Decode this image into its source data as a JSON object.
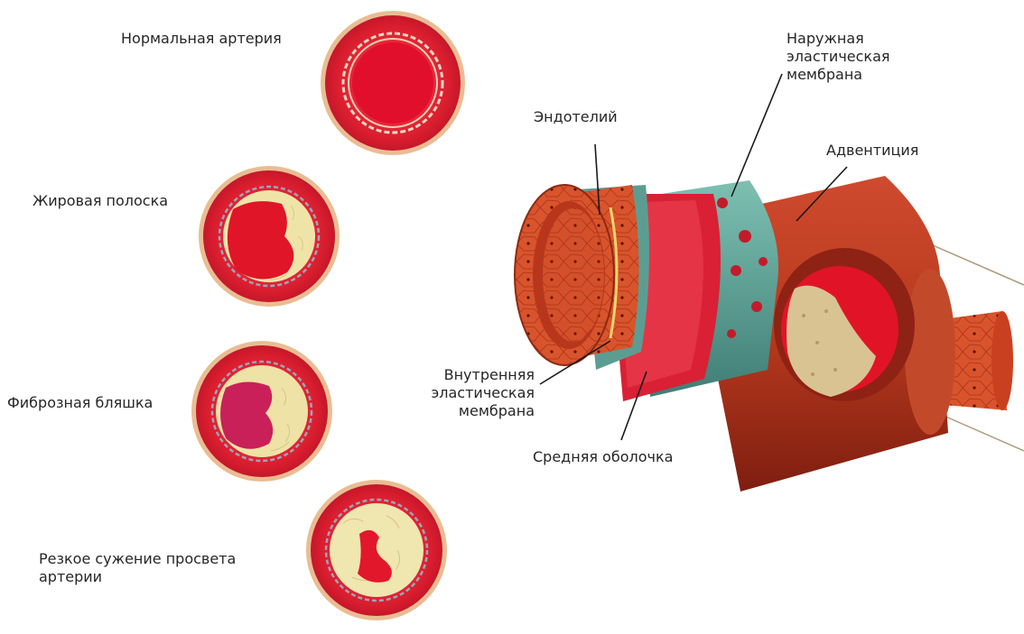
{
  "labels": {
    "normal_artery": "Нормальная артерия",
    "fatty_streak": "Жировая полоска",
    "fibrous_plaque": "Фиброзная бляшка",
    "narrowing": [
      "Резкое сужение просвета",
      "артерии"
    ],
    "endothelium": "Эндотелий",
    "external_elastic": [
      "Наружная",
      "эластическая",
      "мембрана"
    ],
    "adventitia": "Адвентиция",
    "internal_elastic": [
      "Внутренняя",
      "эластическая",
      "мембрана"
    ],
    "media": "Средняя оболочка"
  },
  "colors": {
    "vessel_wall": "#d8232f",
    "adventitia_rim": "#e8b48a",
    "lumen": "#e0102a",
    "plaque": "#efe3a4",
    "elastic_membrane": "#5fa59a",
    "endothelium": "#d4502a",
    "line": "#1a1a1a"
  }
}
